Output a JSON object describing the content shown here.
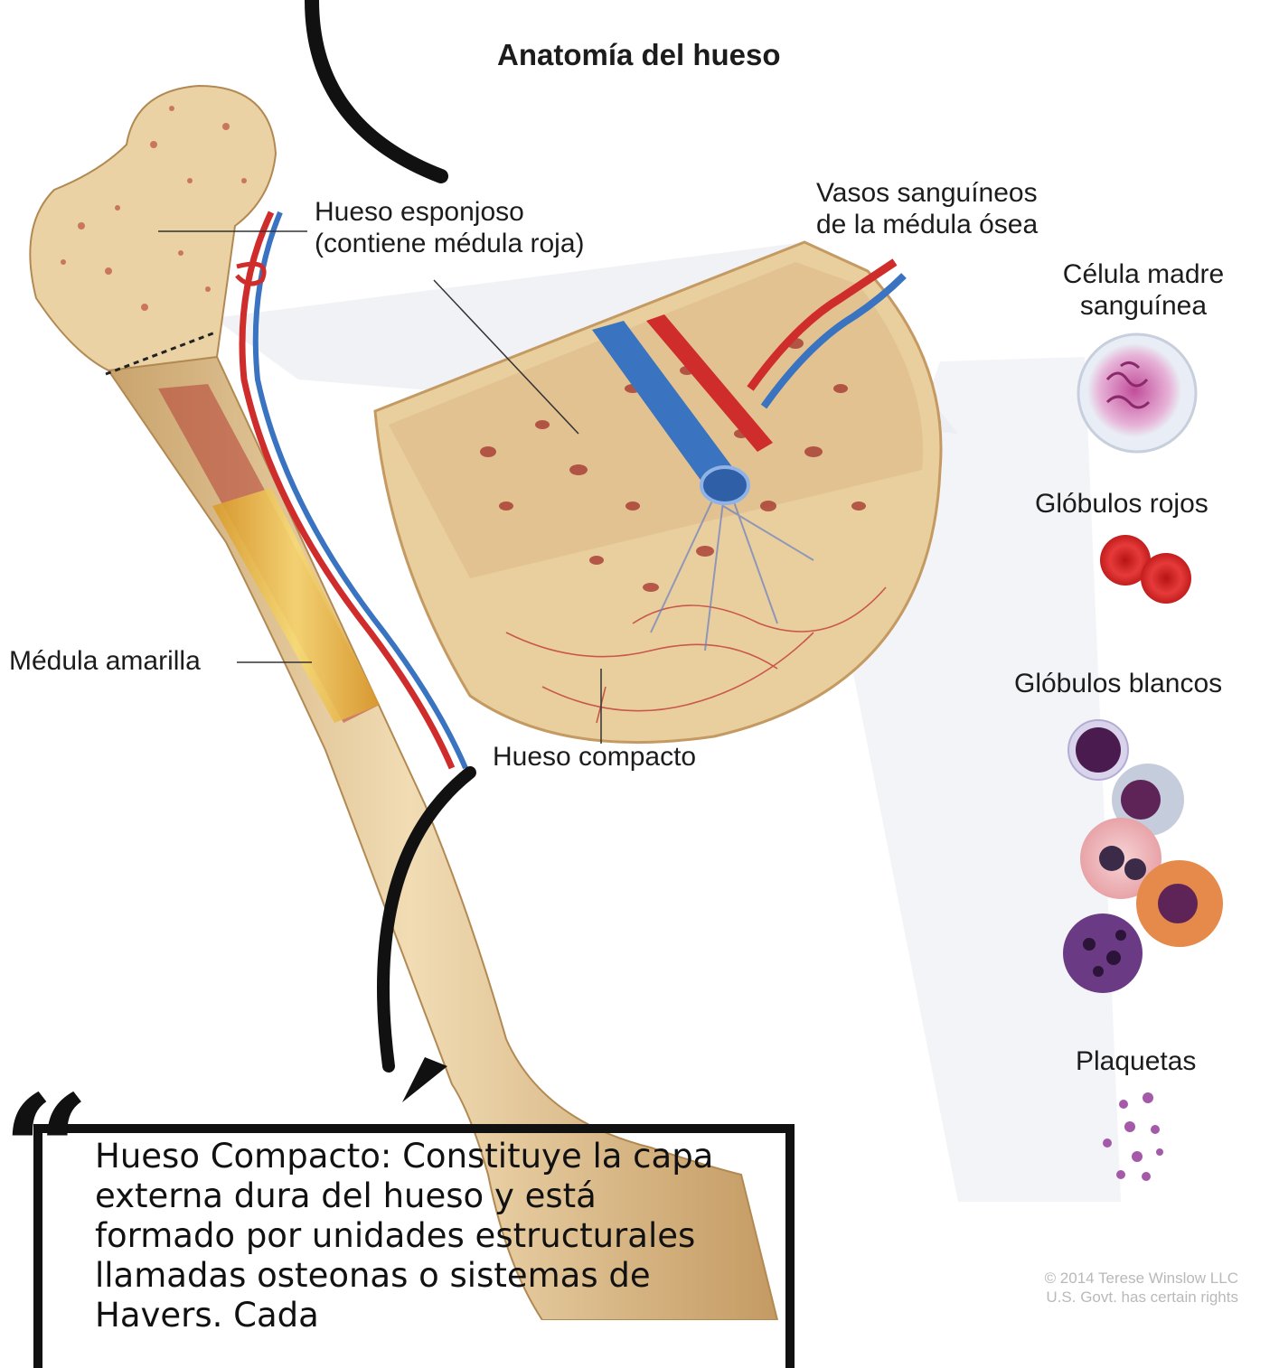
{
  "title": "Anatomía del hueso",
  "labels": {
    "hueso_esponjoso": [
      "Hueso esponjoso",
      "(contiene médula roja)"
    ],
    "vasos": [
      "Vasos sanguíneos",
      "de la médula ósea"
    ],
    "celula_madre": [
      "Célula madre",
      "sanguínea"
    ],
    "globulos_rojos": "Glóbulos rojos",
    "globulos_blancos": "Glóbulos blancos",
    "plaquetas": "Plaquetas",
    "medula_amarilla": "Médula amarilla",
    "hueso_compacto": "Hueso compacto"
  },
  "credit": [
    "© 2014 Terese Winslow LLC",
    "U.S. Govt. has certain rights"
  ],
  "quote": {
    "mark": "“",
    "text": "Hueso Compacto: Constituye la capa externa dura del hueso y está formado por unidades estructurales llamadas osteonas o sistemas de Havers. Cada"
  },
  "colors": {
    "bone": "#e8cfa0",
    "bone_dark": "#c9a36c",
    "marrow_red": "#a8322c",
    "vein_blue": "#3a73c0",
    "artery_red": "#cf2c2c",
    "yellow_marrow": "#f0c64a"
  }
}
